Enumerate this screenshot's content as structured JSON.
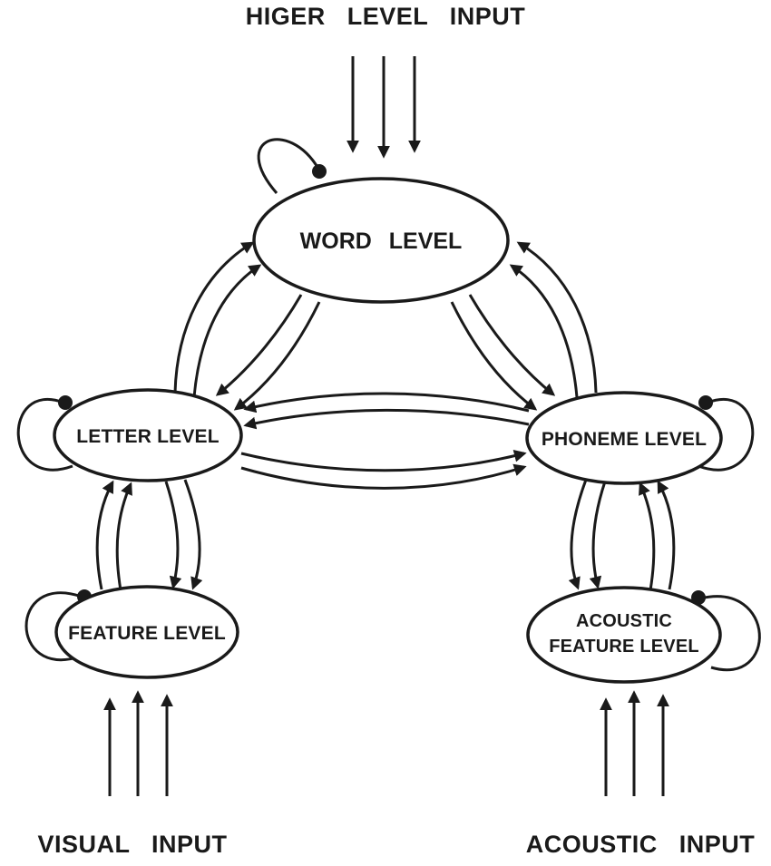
{
  "diagram": {
    "type": "interactive-activation-model",
    "colors": {
      "stroke": "#1a1a1a",
      "node_fill": "#ffffff",
      "background": "#ffffff"
    },
    "inputs": {
      "top": "HIGER LEVEL INPUT",
      "bottom_left": "VISUAL INPUT",
      "bottom_right": "ACOUSTIC INPUT"
    },
    "nodes": {
      "word": {
        "label": "WORD LEVEL"
      },
      "letter": {
        "label": "LETTER LEVEL"
      },
      "phoneme": {
        "label": "PHONEME LEVEL"
      },
      "feature": {
        "label": "FEATURE LEVEL"
      },
      "acoustic_feature": {
        "label_line1": "ACOUSTIC",
        "label_line2": "FEATURE LEVEL"
      }
    },
    "connections": [
      {
        "from": "higher-level-input",
        "to": "word",
        "style": "triple-arrow"
      },
      {
        "from": "visual-input",
        "to": "feature",
        "style": "triple-arrow"
      },
      {
        "from": "acoustic-input",
        "to": "acoustic_feature",
        "style": "triple-arrow"
      },
      {
        "from": "word",
        "to": "letter",
        "style": "double-curved-bidirectional"
      },
      {
        "from": "word",
        "to": "phoneme",
        "style": "double-curved-bidirectional"
      },
      {
        "from": "letter",
        "to": "phoneme",
        "style": "double-curved-bidirectional"
      },
      {
        "from": "letter",
        "to": "feature",
        "style": "double-curved-bidirectional"
      },
      {
        "from": "phoneme",
        "to": "acoustic_feature",
        "style": "double-curved-bidirectional"
      },
      {
        "node": "word",
        "style": "self-inhibitory-loop"
      },
      {
        "node": "letter",
        "style": "self-inhibitory-loop"
      },
      {
        "node": "phoneme",
        "style": "self-inhibitory-loop"
      },
      {
        "node": "feature",
        "style": "self-inhibitory-loop"
      },
      {
        "node": "acoustic_feature",
        "style": "self-inhibitory-loop"
      }
    ]
  }
}
